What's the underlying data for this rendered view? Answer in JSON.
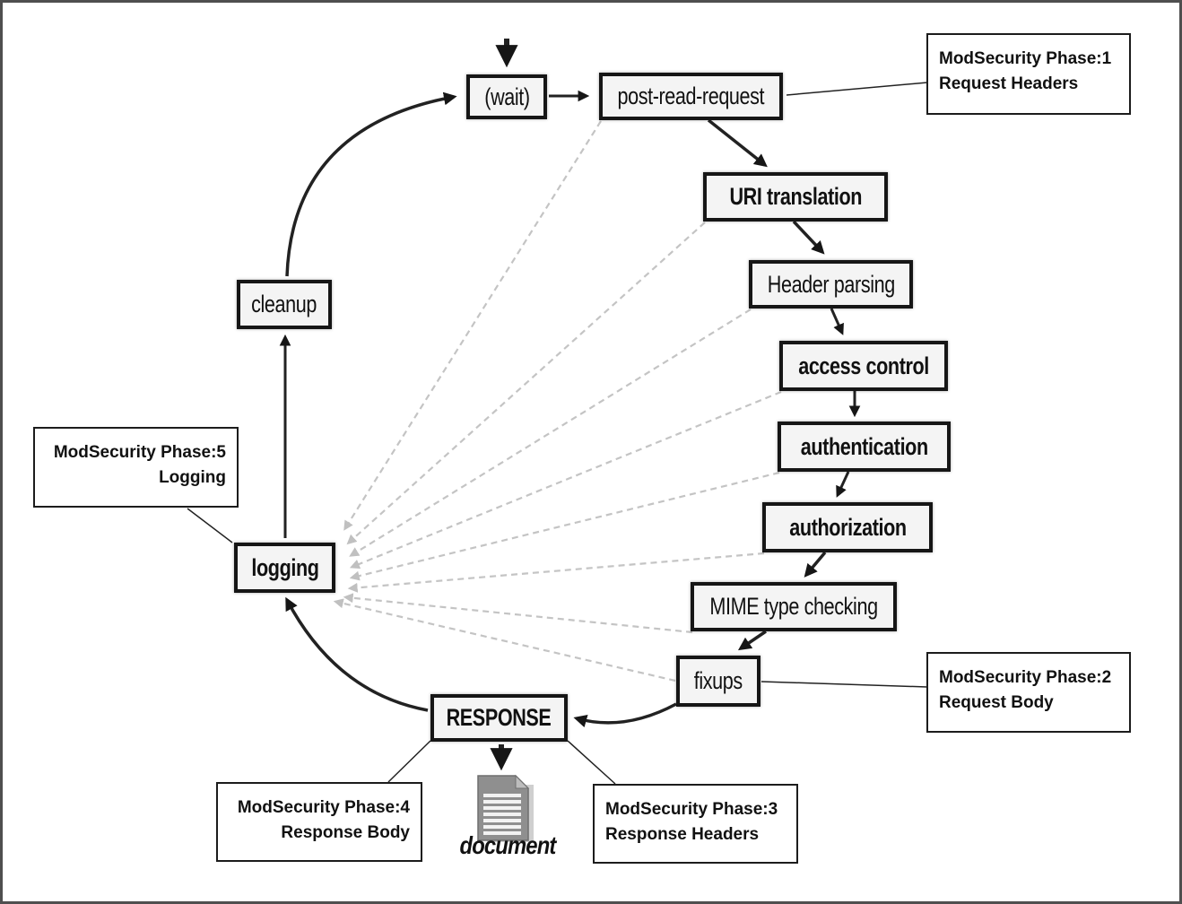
{
  "diagram": {
    "nodes": {
      "wait": "(wait)",
      "post_read_request": "post-read-request",
      "uri_translation": "URI translation",
      "header_parsing": "Header parsing",
      "access_control": "access control",
      "authentication": "authentication",
      "authorization": "authorization",
      "mime_type_checking": "MIME type checking",
      "fixups": "fixups",
      "response": "RESPONSE",
      "logging": "logging",
      "cleanup": "cleanup"
    },
    "annotations": {
      "phase1": {
        "line1": "ModSecurity Phase:1",
        "line2": "Request Headers"
      },
      "phase2": {
        "line1": "ModSecurity Phase:2",
        "line2": "Request Body"
      },
      "phase3": {
        "line1": "ModSecurity Phase:3",
        "line2": "Response Headers"
      },
      "phase4": {
        "line1": "ModSecurity Phase:4",
        "line2": "Response Body"
      },
      "phase5": {
        "line1": "ModSecurity Phase:5",
        "line2": "Logging"
      }
    },
    "document_label": "document"
  },
  "colors": {
    "node_fill": "#f4f4f4",
    "node_border": "#161616",
    "edge_solid": "#222222",
    "edge_dashed": "#c4c4c4"
  }
}
